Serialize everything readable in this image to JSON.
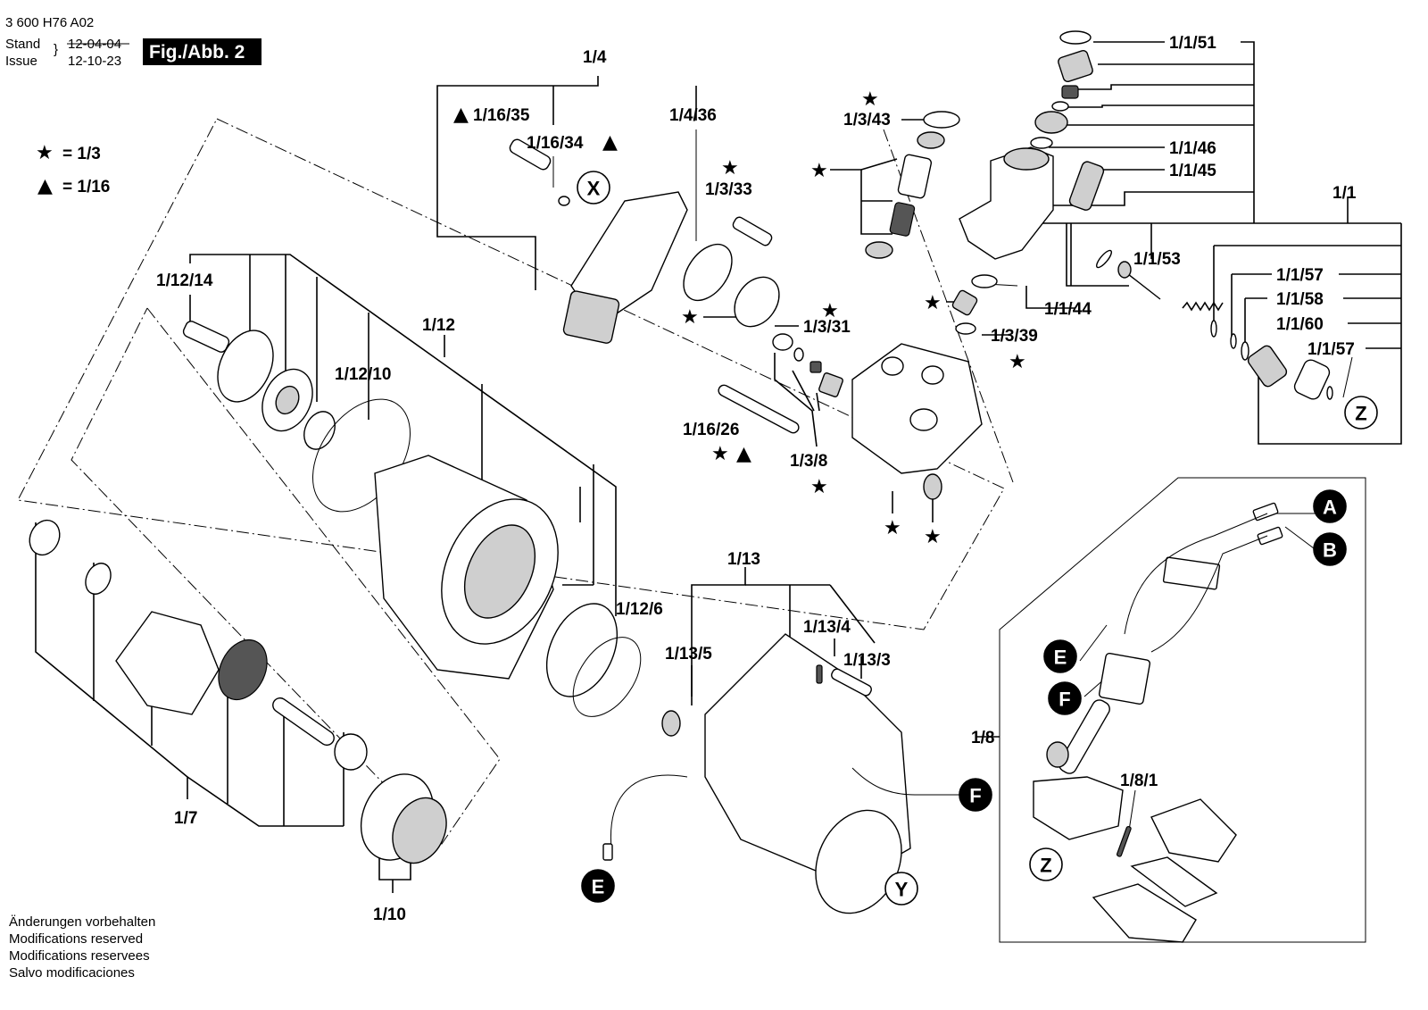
{
  "header": {
    "doc_number": "3 600 H76 A02",
    "stand_label": "Stand",
    "issue_label": "Issue",
    "stand_date": "12-04-04",
    "issue_date": "12-10-23",
    "fig_label": "Fig./Abb. 2"
  },
  "legend": {
    "star_symbol": "★",
    "star_text": "= 1/3",
    "triangle_symbol": "▲",
    "triangle_text": "= 1/16"
  },
  "part_labels": {
    "p1_1_51": "1/1/51",
    "p1_1_46": "1/1/46",
    "p1_1_45": "1/1/45",
    "p1_1": "1/1",
    "p1_1_53": "1/1/53",
    "p1_1_57a": "1/1/57",
    "p1_1_58": "1/1/58",
    "p1_1_60": "1/1/60",
    "p1_1_57b": "1/1/57",
    "p1_1_44": "1/1/44",
    "p1_3_43": "1/3/43",
    "p1_3_33": "1/3/33",
    "p1_3_31": "1/3/31",
    "p1_3_39": "1/3/39",
    "p1_3_8": "1/3/8",
    "p1_4": "1/4",
    "p1_16_35": "1/16/35",
    "p1_16_34": "1/16/34",
    "p1_4_36": "1/4/36",
    "p1_12_14": "1/12/14",
    "p1_12": "1/12",
    "p1_12_10": "1/12/10",
    "p1_16_26": "1/16/26",
    "p1_12_6": "1/12/6",
    "p1_13": "1/13",
    "p1_13_4": "1/13/4",
    "p1_13_5": "1/13/5",
    "p1_13_3": "1/13/3",
    "p1_7": "1/7",
    "p1_10": "1/10",
    "p1_8": "1/8",
    "p1_8_1": "1/8/1"
  },
  "callouts": {
    "x": "X",
    "y": "Y",
    "z_top": "Z",
    "z_bottom": "Z",
    "a": "A",
    "b": "B",
    "e_right": "E",
    "f_right": "F",
    "e_bottom": "E",
    "f_mid": "F"
  },
  "footer": {
    "line1": "Änderungen vorbehalten",
    "line2": "Modifications reserved",
    "line3": "Modifications reservees",
    "line4": "Salvo modificaciones"
  }
}
